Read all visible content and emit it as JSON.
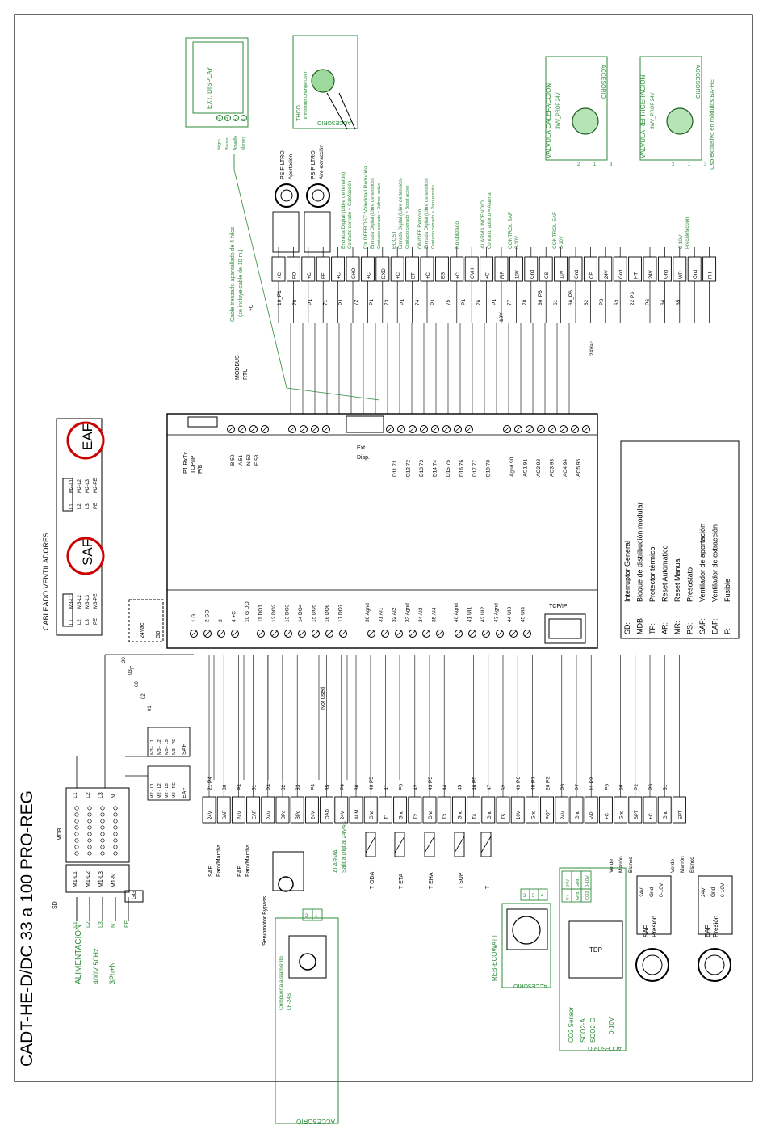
{
  "title": "CADT-HE-D/DC 33 a 100 PRO-REG",
  "supply": {
    "label": "ALIMENTACION",
    "voltage": "400V 50Hz",
    "phases": "3Ph+N"
  },
  "supply_terminals": [
    "L1",
    "L2",
    "L3",
    "N",
    "PE"
  ],
  "sd_label": "SD",
  "mdb_label": "MDB",
  "mdb_inputs": [
    "M1-L1",
    "M1-L2",
    "M1-L3",
    "M1-N"
  ],
  "mdb_outputs": [
    "L1",
    "L2",
    "L3",
    "N"
  ],
  "gg_label": "GG",
  "fans_title": "CABLEADO VENTILADORES",
  "saf_fan": {
    "label": "SAF",
    "terms": [
      "L1",
      "L2",
      "L3",
      "PE"
    ],
    "wires": [
      "M3-L1",
      "M3-L2",
      "M3-L3",
      "M3-PE"
    ]
  },
  "eaf_fan": {
    "label": "EAF",
    "terms": [
      "L1",
      "L2",
      "L3",
      "PE"
    ],
    "wires": [
      "M2-L1",
      "M2-L2",
      "M2-L3",
      "M2-PE"
    ]
  },
  "transformer": {
    "in": "24Vac",
    "out": "G0",
    "fuse": "F"
  },
  "wire_small": [
    "20",
    "03",
    "00",
    "02",
    "01"
  ],
  "saf_conn": {
    "label": "SAF",
    "wires": [
      "M3 - L1",
      "M3 - L2",
      "M3 - L3",
      "M3 - PE"
    ]
  },
  "eaf_conn": {
    "label": "EAF",
    "wires": [
      "M2 - L1",
      "M2 - L2",
      "M2 - L3",
      "M2 - PE"
    ]
  },
  "plc_top_labels": [
    "P1 RxTx",
    "TCP/IP",
    "P/B"
  ],
  "plc_rs485": [
    "B 50",
    "A 51",
    "N 52",
    "E 53"
  ],
  "plc_rs485_side": [
    "P",
    "1"
  ],
  "ext_disp": [
    "Ext.",
    "Disp."
  ],
  "plc_digital_in": [
    "D11 71",
    "D12 72",
    "D13 73",
    "D14 74",
    "D15 75",
    "D16 76",
    "D17 77",
    "D18 78"
  ],
  "plc_analog_out": [
    "Agnd 90",
    "AO1 91",
    "AO2 92",
    "AO3 93",
    "AO4 94",
    "AO5 95"
  ],
  "plc_bottom_left": [
    "1 G",
    "2 GO",
    "3",
    "4 +C",
    "10 G DO",
    "11 DO1",
    "12 DO2",
    "13 DO3",
    "14 DO4",
    "15 DO5",
    "16 DO6",
    "17 DO7"
  ],
  "plc_bottom_ai": [
    "30 Agnd",
    "31 AI1",
    "32 AI2",
    "33 Agnd",
    "34 AI3",
    "35 AI4"
  ],
  "plc_bottom_ui": [
    "40 Agnd",
    "41 UI1",
    "42 UI2",
    "43 Agnd",
    "44 UI3",
    "45 UI4"
  ],
  "tcp_ip": "TCP/IP",
  "modbus": [
    "MODBUS",
    "RTU"
  ],
  "top_wire_nums": [
    "10_P1",
    "70",
    "P1",
    "71",
    "P1",
    "72",
    "P1",
    "73",
    "P1",
    "74",
    "P1",
    "75",
    "P1",
    "76",
    "P1",
    "77",
    "78",
    "60_P6",
    "61",
    "66_P6",
    "62",
    "P3",
    "63",
    "22 P3",
    "P6",
    "64",
    "65"
  ],
  "top_terms": [
    "+C",
    "FO",
    "+C",
    "FE",
    "+C",
    "CHO",
    "+C",
    "DXD",
    "+C",
    "BT",
    "+C",
    "ES",
    "+C",
    "OVH",
    "+C",
    "FIR",
    "10V",
    "Gnd",
    "CS",
    "10V",
    "Gnd",
    "CE",
    "24V",
    "Gnd",
    "HT",
    "24V",
    "Gnd",
    "WP",
    "Gnd",
    "PH"
  ],
  "ps_filtro_sup": {
    "name": "PS FILTRO",
    "sub": "Aportación"
  },
  "ps_filtro_ext": {
    "name": "PS FILTRO",
    "sub": "Aire extracción"
  },
  "thco": {
    "title": "ACCESORIO",
    "name": "THCO",
    "sub": "Termostato Change Over"
  },
  "ext_display": {
    "name": "EXT. DISPLAY",
    "pins": [
      "+C",
      "G0",
      "A",
      "B"
    ],
    "colors": [
      "Negro",
      "Blanco",
      "Amarillo",
      "Marrón"
    ]
  },
  "cable_note": [
    "Cable trenzado apantallado de 4 hilos",
    "(se incluye cable de 10 m.)"
  ],
  "green_notes": [
    {
      "l1": "Entrada Digital (Libre de tensión)",
      "l2": "Contacto cerrado = Calefacción"
    },
    {
      "l1": "DX DEFROST: Velocidad Reducida",
      "l2": "Entrada Digital (Libre de tensión)",
      "l3": "Contacto cerrado = Defrost activo"
    },
    {
      "l1": "BOOST",
      "l2": "Entrada Digital (Libre de tensión)",
      "l3": "Contacto cerrado = Boost activo"
    },
    {
      "l1": "ON/OFF Remoto",
      "l2": "Entrada Digital (Libre de tensión)",
      "l3": "Contacto cerrado = Paro remoto"
    },
    {
      "l1": "No utilizado"
    },
    {
      "l1": "ALARMA INCENDIO",
      "l2": "Contacto abierto = Alarma"
    },
    {
      "l1": "CONTROL SAF",
      "l2": "0-10V"
    },
    {
      "l1": "CONTROL EAF",
      "l2": "0-10V"
    },
    {
      "l1": "0-10V",
      "l2": "Precalefacción"
    }
  ],
  "valve_heat": {
    "acc": "ACCESORIO",
    "name": "VALVULA CALEFACCION",
    "sub": "3WV_PROP 24V",
    "pins": [
      "2",
      "1",
      "3"
    ]
  },
  "valve_cool": {
    "acc": "ACCESORIO",
    "name": "VALVULA REFRIGERACION",
    "sub": "3WV_PROP 24V",
    "pins": [
      "2",
      "1",
      "3"
    ]
  },
  "ba_he_note": "Uso exclusivo en módulos BA-HE",
  "small_labels": {
    "p24vac": "24Vac",
    "p10v": "10V",
    "p52": "52",
    "pc": "+C"
  },
  "legend": [
    {
      "k": "SD:",
      "v": "Interruptor General"
    },
    {
      "k": "MDB:",
      "v": "Bloque de distribución modular"
    },
    {
      "k": "TP:",
      "v": "Protector térmico"
    },
    {
      "k": "AR:",
      "v": "Reset Automatico"
    },
    {
      "k": "MR:",
      "v": "Reset Manual"
    },
    {
      "k": "PS:",
      "v": "Presostato"
    },
    {
      "k": "SAF:",
      "v": "Ventilador de aportación"
    },
    {
      "k": "EAF:",
      "v": "Ventilador de extracción"
    },
    {
      "k": "F:",
      "v": "Fusible"
    }
  ],
  "bottom_wire_nums": [
    "21 P4",
    "30",
    "P4",
    "31",
    "P4",
    "32",
    "33",
    "P4",
    "35",
    "P4",
    "36",
    "40 P5",
    "41",
    "P5",
    "42",
    "43 P5",
    "44",
    "45",
    "46 P5",
    "47",
    "52",
    "49 P6",
    "48 P7",
    "20 P3",
    "P6",
    "P7",
    "11 P2",
    "P6",
    "50",
    "P2",
    "P6",
    "51"
  ],
  "bottom_terms": [
    "24V",
    "SAF",
    "24V",
    "EAF",
    "24V",
    "BPc",
    "BPo",
    "24V",
    "OAD",
    "24V",
    "ALM",
    "Gnd",
    "T1",
    "Gnd",
    "T2",
    "Gnd",
    "T3",
    "Gnd",
    "T4",
    "Gnd",
    "T5",
    "10V",
    "Gnd",
    "POT",
    "24V",
    "Gnd",
    "V/P",
    "+C",
    "Gnd",
    "SPT",
    "+C",
    "Gnd",
    "EPT"
  ],
  "saf_ctrl": [
    "SAF",
    "Paro/Marcha"
  ],
  "eaf_ctrl": [
    "EAF",
    "Paro/Marcha"
  ],
  "servomotor": "Servomotor Bypass",
  "alarm_out": [
    "ALARMA",
    "Salida Digital 24VAC"
  ],
  "not_used": "Not used",
  "compuerta": {
    "acc": "ACCESORIO",
    "name": "Compuerta aislamiento",
    "model": "LF-24S",
    "pins": [
      "2",
      "1"
    ]
  },
  "temps": [
    "T ODA",
    "T ETA",
    "T EHA",
    "T SUP",
    "T"
  ],
  "reb": {
    "acc": "ACCESORIO",
    "name": "REB-ECOWATT",
    "pins": [
      "3",
      "5",
      "4"
    ]
  },
  "co2": {
    "acc": "ACCESORIO",
    "name": "CO2 Sensor",
    "models": [
      "SCO2-A",
      "SCO2-G"
    ],
    "range": "0-10V",
    "pins": [
      "V+",
      "Gnd",
      "CO2"
    ],
    "vals": [
      "24V",
      "Gnd",
      "0-10V"
    ],
    "tdp": "TDP"
  },
  "saf_press": {
    "name": "SAF",
    "sub": "Presión",
    "pins": [
      "24V",
      "Gnd",
      "0-10V"
    ],
    "wires": [
      "Verde",
      "Marrón",
      "Blanco"
    ]
  },
  "eaf_press": {
    "name": "EAF",
    "sub": "Presión",
    "pins": [
      "24V",
      "Gnd",
      "0-10V"
    ],
    "wires": [
      "Verde",
      "Marrón",
      "Blanco"
    ]
  },
  "colors": {
    "line": "#000000",
    "accent": "#2e8b3a"
  }
}
